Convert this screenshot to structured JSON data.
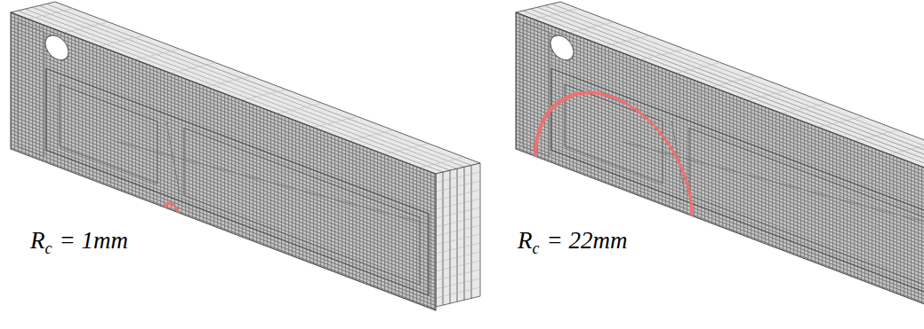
{
  "diagram": {
    "labels": [
      "R",
      "c",
      "= 1mm",
      "R",
      "c",
      "= 22mm"
    ]
  }
}
